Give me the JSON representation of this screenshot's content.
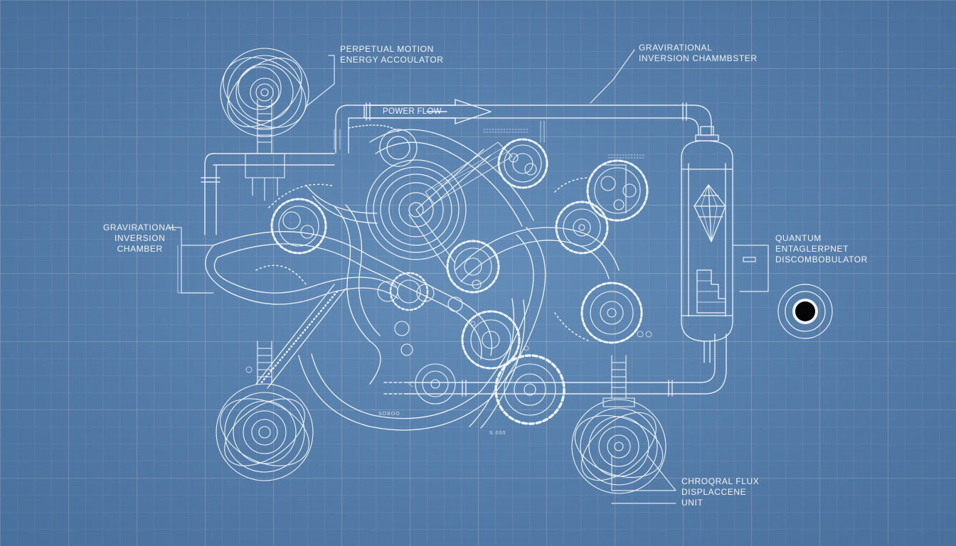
{
  "labels": {
    "perpetual_motion": {
      "line1": "Perpetual Motion",
      "line2": "Energy Accoulator"
    },
    "gravitational_top": {
      "line1": "Gravirational",
      "line2": "Inversion Chammbster"
    },
    "power_flow": "Power Flow",
    "gravitational_left": {
      "line1": "Gravirational",
      "line2": "Inversion",
      "line3": "Chamber"
    },
    "quantum": {
      "line1": "Quantum",
      "line2": "Entaglerpnet",
      "line3": "Discombobulator"
    },
    "chronal": {
      "line1": "Chroqral Flux",
      "line2": "Displaccene",
      "line3": "Unit"
    },
    "micro_text_1": "SOBOO",
    "micro_text_2": "S.000"
  },
  "colors": {
    "background": "#5b87b5",
    "line": "#eef4fb",
    "port": "#050505"
  }
}
